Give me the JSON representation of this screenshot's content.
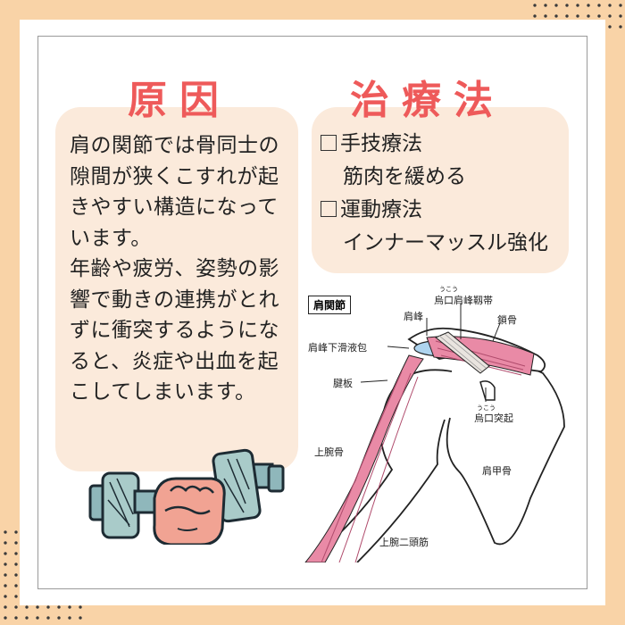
{
  "cause": {
    "title": "原因",
    "paragraphs": [
      "肩の関節では骨同士の隙間が狭くこすれが起きやすい構造になっています。",
      "年齢や疲労、姿勢の影響で動きの連携がとれずに衝突するようになると、炎症や出血を起こしてしまいます。"
    ]
  },
  "treatment": {
    "title": "治療法",
    "items": [
      {
        "label": "手技療法",
        "detail": "筋肉を緩める"
      },
      {
        "label": "運動療法",
        "detail": "インナーマッスル強化"
      }
    ]
  },
  "diagram": {
    "title": "肩関節",
    "labels": {
      "acromion": "肩峰",
      "coracoacromial_ligament": "烏口肩峰靱帯",
      "coracoacromial_ruby": "うこう",
      "clavicle": "鎖骨",
      "subacromial_bursa": "肩峰下滑液包",
      "tendon_plate": "腱板",
      "coracoid": "烏口突起",
      "coracoid_ruby": "うこう",
      "humerus": "上腕骨",
      "scapula": "肩甲骨",
      "biceps": "上腕二頭筋"
    }
  },
  "colors": {
    "background": "#f9d3a7",
    "card": "#ffffff",
    "panel": "#fbeadb",
    "title": "#ee5a5a",
    "muscle": "#e98aa6",
    "bursa": "#aed4ef",
    "dumbbell": "#8fb7bb",
    "fist": "#f1a393"
  },
  "icons": [
    "dumbbell-fist-illustration",
    "checkbox-icon",
    "shoulder-joint-illustration"
  ]
}
